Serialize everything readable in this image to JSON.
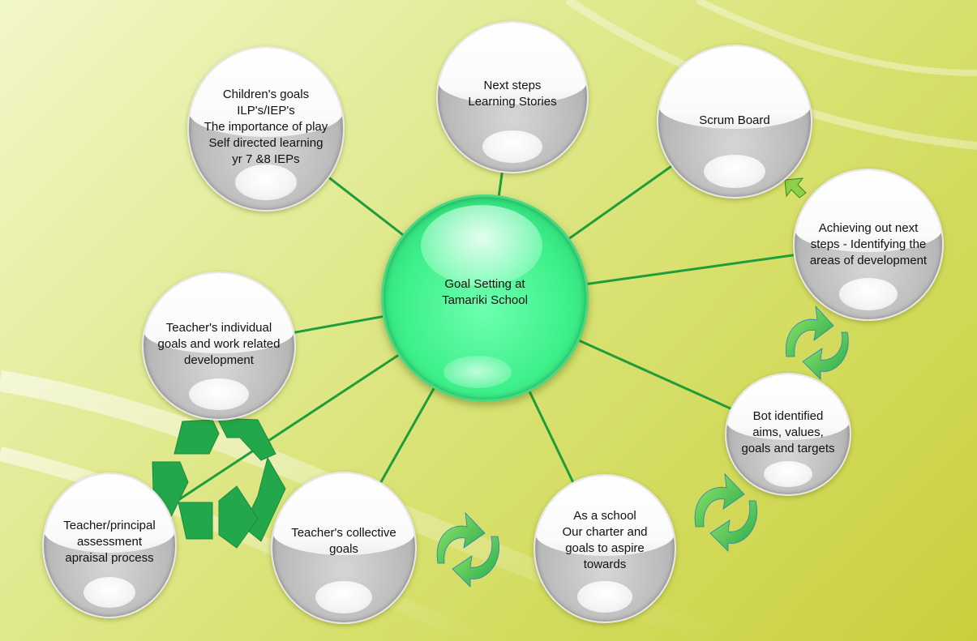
{
  "center": {
    "label": "Goal Setting at\nTamariki School"
  },
  "nodes": [
    {
      "id": "childrens-goals",
      "label": "Children's goals\nILP's/IEP's\nThe importance of play\nSelf directed learning\nyr 7 &8 IEPs"
    },
    {
      "id": "next-steps",
      "label": "Next steps\nLearning Stories"
    },
    {
      "id": "scrum-board",
      "label": "Scrum Board"
    },
    {
      "id": "achieving-next-steps",
      "label": "Achieving out next\nsteps - Identifying the\nareas of development"
    },
    {
      "id": "bot-identified",
      "label": "Bot identified\naims, values,\ngoals and targets"
    },
    {
      "id": "as-a-school",
      "label": "As a school\nOur charter and\ngoals to aspire\ntowards"
    },
    {
      "id": "teachers-collective",
      "label": "Teacher's collective\ngoals"
    },
    {
      "id": "teacher-principal",
      "label": "Teacher/principal\nassessment\napraisal process"
    },
    {
      "id": "teachers-individual",
      "label": "Teacher's individual\ngoals and work related\ndevelopment"
    }
  ],
  "colors": {
    "link": "#1f9d3a",
    "arrow": "#3fbf4a",
    "recycle": "#22a84a",
    "center": "#3ef08a"
  },
  "icons": [
    "recycle-icon",
    "cycle-arrows-icon",
    "arrow-up-left-icon"
  ]
}
